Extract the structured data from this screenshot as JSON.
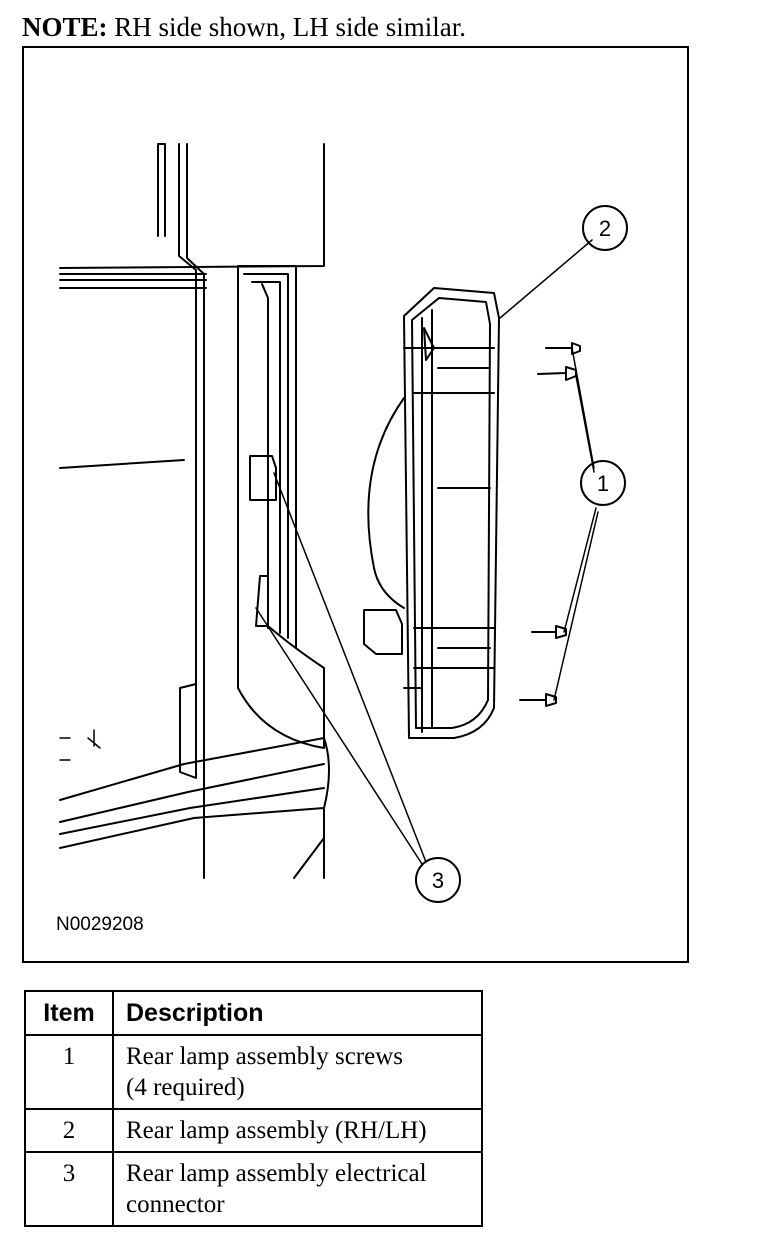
{
  "note": {
    "prefix": "NOTE:",
    "text": "RH side shown, LH side similar."
  },
  "figure": {
    "id": "N0029208",
    "callouts": [
      "1",
      "2",
      "3"
    ]
  },
  "legend": {
    "headers": [
      "Item",
      "Description"
    ],
    "rows": [
      {
        "item": "1",
        "desc_line1": "Rear lamp assembly screws",
        "desc_line2": "(4 required)"
      },
      {
        "item": "2",
        "desc_line1": "Rear lamp assembly (RH/LH)",
        "desc_line2": ""
      },
      {
        "item": "3",
        "desc_line1": "Rear lamp assembly electrical",
        "desc_line2": "connector"
      }
    ]
  }
}
